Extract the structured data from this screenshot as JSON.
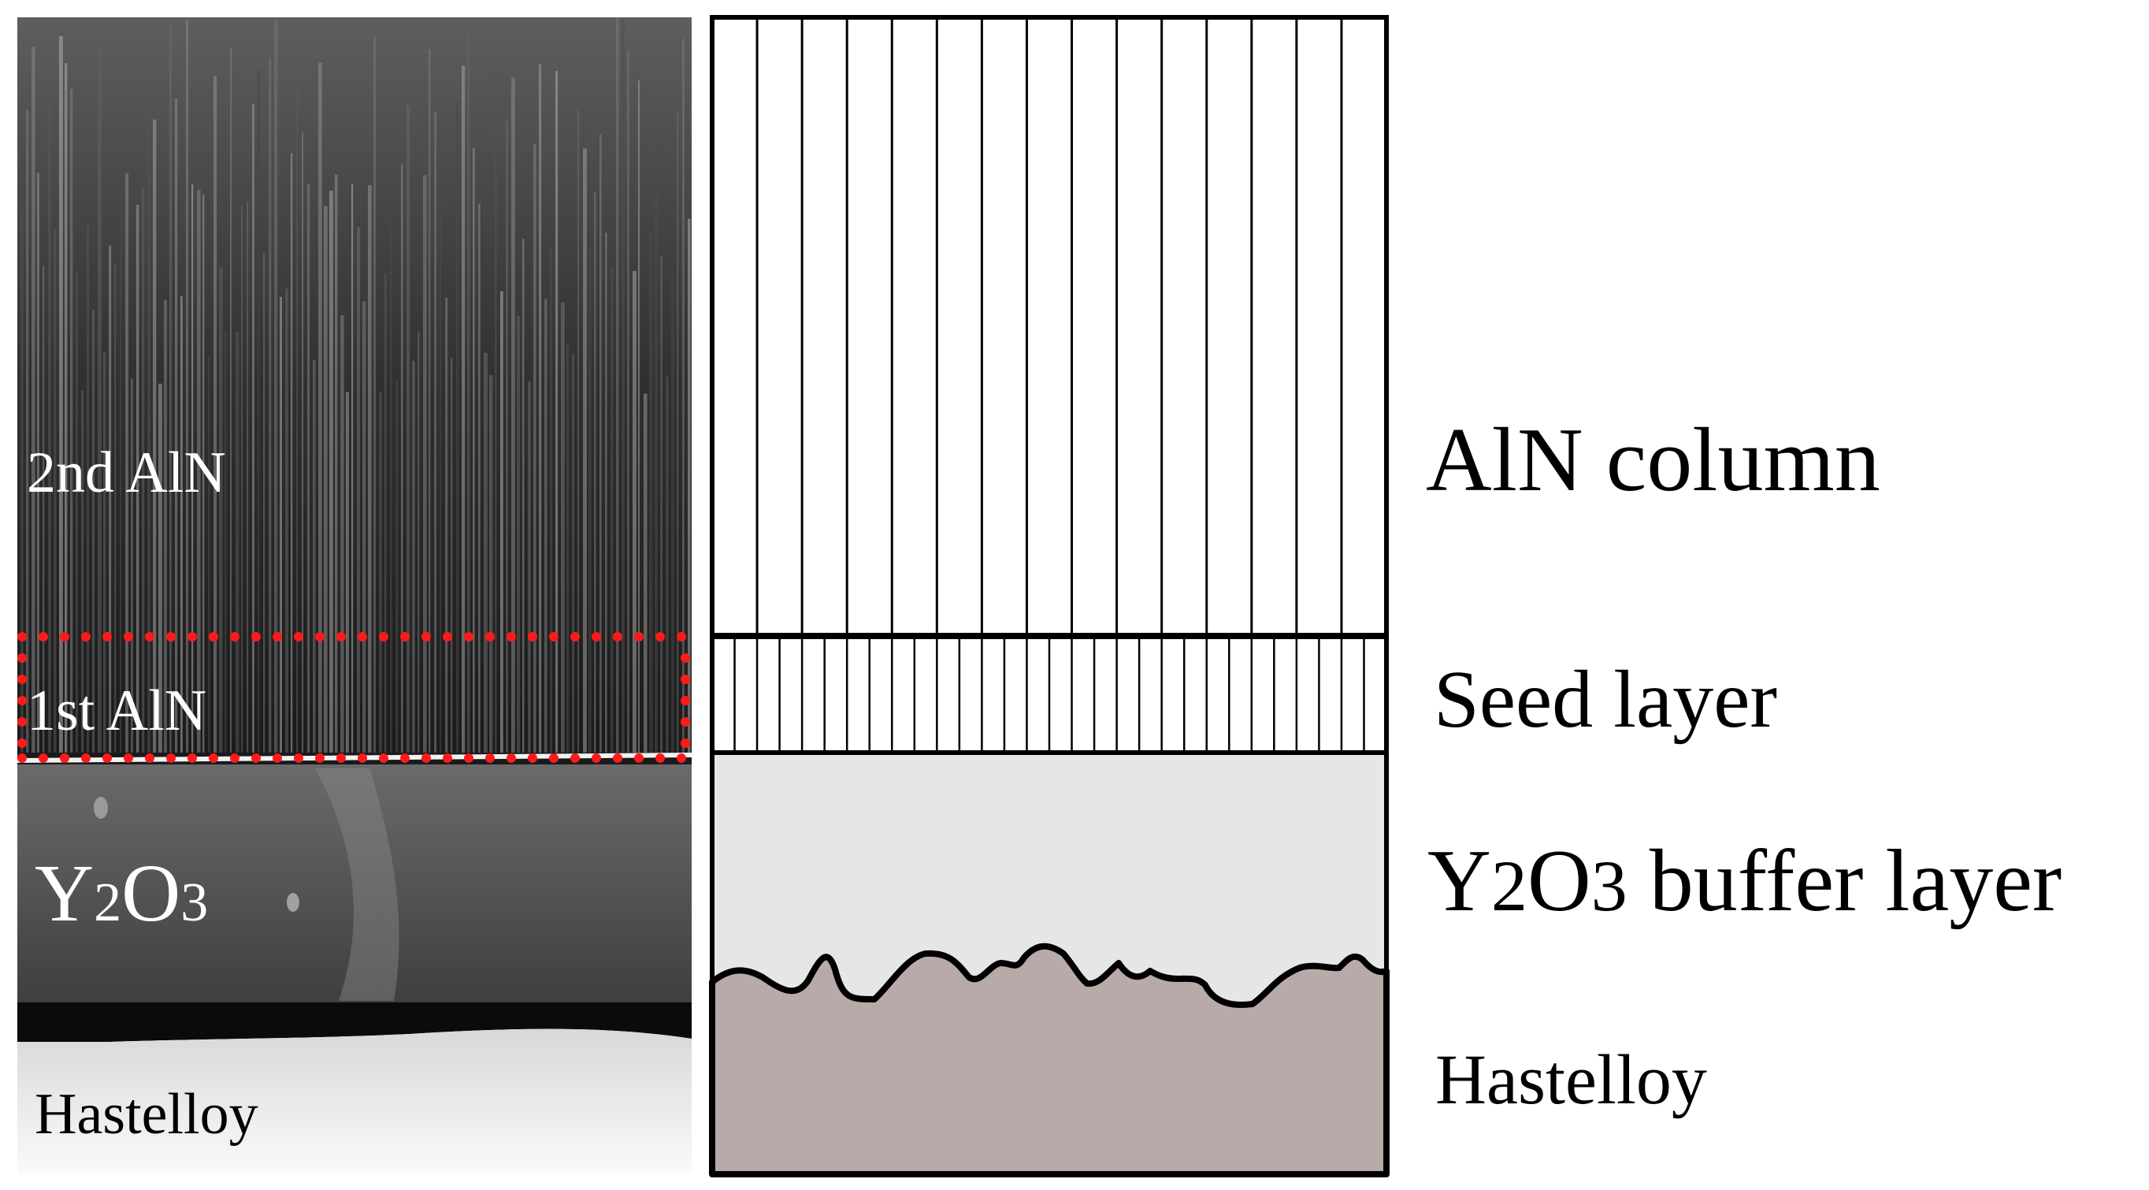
{
  "sem_panel": {
    "labels": {
      "second_aln": "2nd AlN",
      "first_aln": "1st AlN",
      "y2o3_main": "Y",
      "y2o3_sub1": "2",
      "y2o3_mid": "O",
      "y2o3_sub2": "3",
      "hastelloy": "Hastelloy"
    },
    "highlight_color": "#ff1a1a"
  },
  "schematic_panel": {
    "labels": {
      "aln_column": "AlN column",
      "seed_layer": "Seed layer",
      "buffer_y": "Y",
      "buffer_sub1": "2",
      "buffer_o": "O",
      "buffer_sub2": "3",
      "buffer_rest": " buffer layer",
      "hastelloy": "Hastelloy"
    },
    "colors": {
      "buffer_fill": "#e6e6e6",
      "substrate_fill": "#b8aaa8",
      "outline": "#000000"
    }
  }
}
